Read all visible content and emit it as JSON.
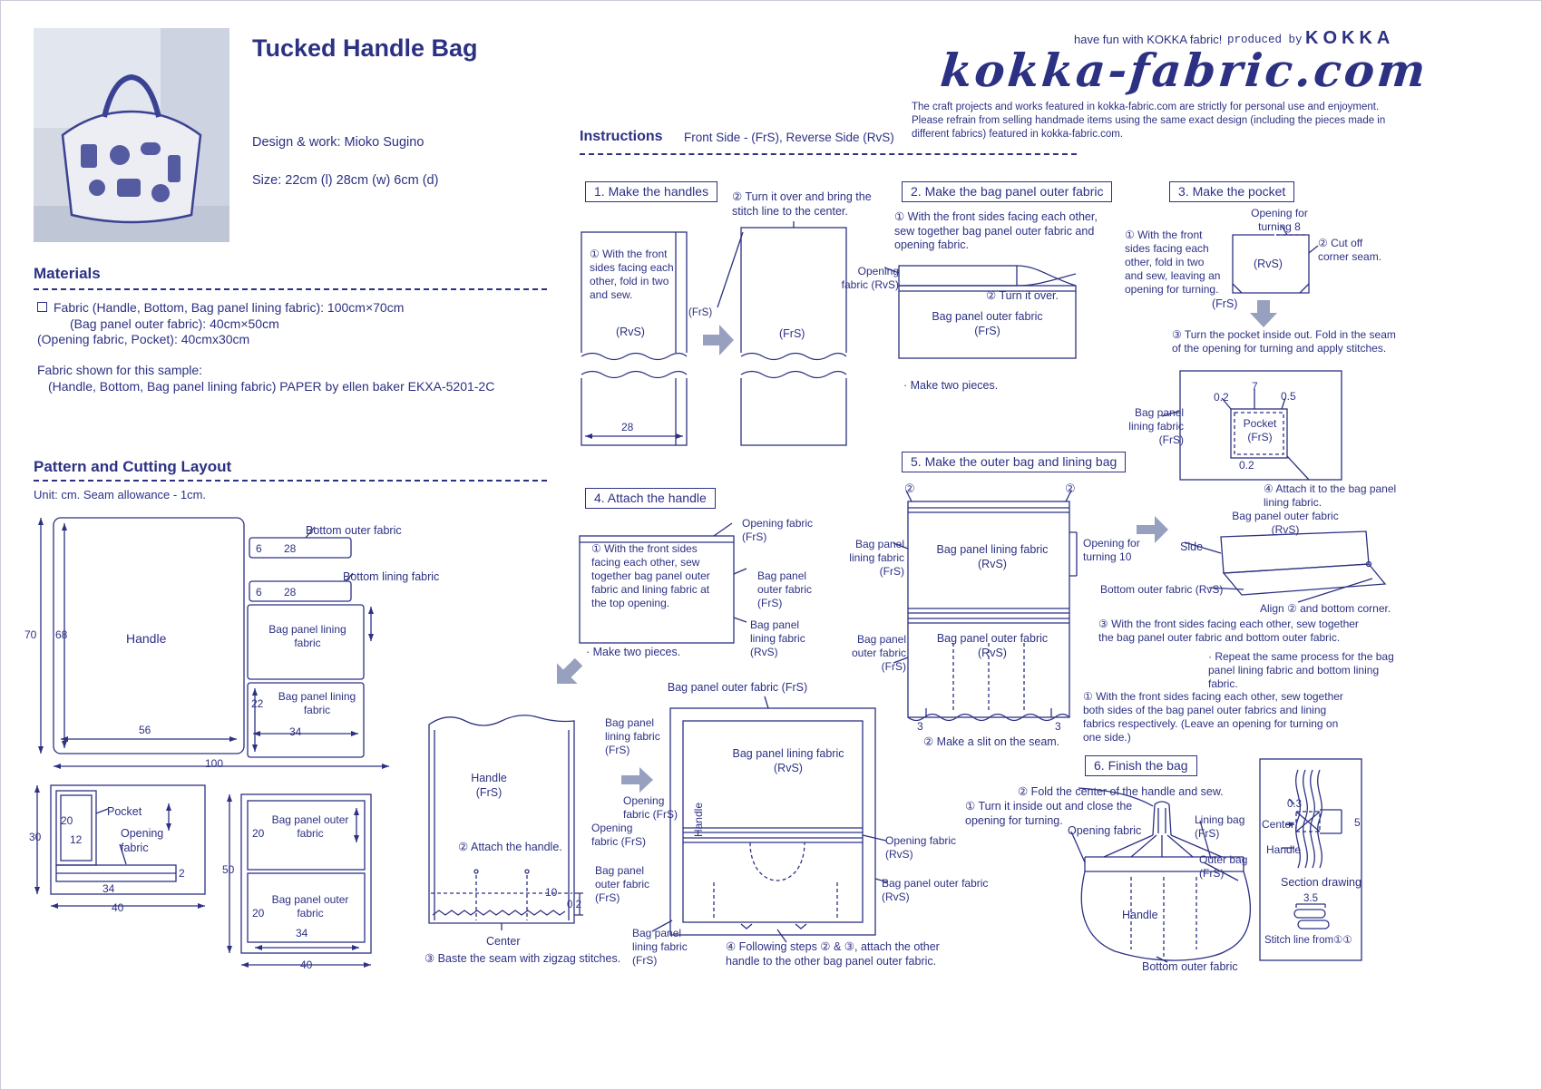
{
  "page": {
    "accent_color": "#2c3183",
    "arrow_color": "#98a0c0"
  },
  "header": {
    "title": "Tucked Handle Bag",
    "design_credit": "Design & work: Mioko Sugino",
    "size": "Size: 22cm (l)  28cm (w)  6cm (d)",
    "tagline": "have fun with KOKKA fabric!",
    "produced_by": "produced by",
    "brand": "KOKKA",
    "logo": "kokka-fabric.com",
    "disclaimer": "The craft projects and works featured in kokka-fabric.com are strictly for personal use and enjoyment. Please refrain from selling handmade items using the same exact design (including the pieces made in different fabrics) featured in kokka-fabric.com."
  },
  "materials": {
    "heading": "Materials",
    "line1": "Fabric (Handle, Bottom, Bag panel lining fabric): 100cm×70cm",
    "line2": "(Bag panel outer fabric): 40cm×50cm",
    "line3": "(Opening fabric, Pocket): 40cmx30cm",
    "sample_intro": "Fabric shown for this sample:",
    "sample_fabric": "(Handle, Bottom, Bag panel lining fabric) PAPER by ellen baker EKXA-5201-2C"
  },
  "cutting": {
    "heading": "Pattern and Cutting Layout",
    "unit_note": "Unit: cm.  Seam allowance - 1cm.",
    "handle": "Handle",
    "bottom_outer": "Bottom outer fabric",
    "bottom_lining": "Bottom lining fabric",
    "bag_panel_lining": "Bag panel lining fabric",
    "bag_panel_outer": "Bag panel outer fabric",
    "pocket": "Pocket",
    "opening_fabric": "Opening fabric",
    "d70": "70",
    "d68": "68",
    "d56": "56",
    "d100": "100",
    "d6": "6",
    "d28": "28",
    "d22": "22",
    "d34": "34",
    "d20": "20",
    "d12": "12",
    "d2": "2",
    "d40": "40",
    "d30": "30",
    "d50": "50"
  },
  "instructions": {
    "heading": "Instructions",
    "legend": "Front Side - (FrS), Reverse Side (RvS)",
    "frs": "(FrS)",
    "rvs": "(RvS)",
    "step1": {
      "title": "1. Make the handles",
      "note1": "① With the front sides facing each other, fold in two and sew.",
      "note2": "② Turn it over and bring the stitch line to the center.",
      "d28": "28"
    },
    "step2": {
      "title": "2. Make the bag panel outer fabric",
      "note1": "① With the front sides facing each other, sew together bag panel outer fabric and opening fabric.",
      "note2": "② Turn it over.",
      "opening_rvs": "Opening fabric (RvS)",
      "panel_frs": "Bag panel outer fabric (FrS)",
      "make_two": "· Make two pieces."
    },
    "step3": {
      "title": "3. Make the pocket",
      "opening_turning": "Opening for turning 8",
      "note1": "① With the front sides facing each other, fold in two and sew, leaving an opening for turning.",
      "note2": "② Cut off corner seam.",
      "note3": "③ Turn the pocket inside out. Fold in the seam of the opening for turning and apply stitches.",
      "note4": "④ Attach it to the bag panel lining fabric.",
      "lining_frs": "Bag panel lining fabric (FrS)",
      "pocket_frs": "Pocket (FrS)",
      "d02": "0.2",
      "d7": "7",
      "d05": "0.5"
    },
    "step4": {
      "title": "4. Attach the handle",
      "note1": "① With the front sides facing each other, sew together bag panel outer fabric and lining fabric at the top opening.",
      "note2": "② Attach the handle.",
      "note3": "③ Baste the seam with zigzag stitches.",
      "note4": "④ Following steps ② & ③, attach the other handle to the other bag panel outer fabric.",
      "make_two": "· Make two pieces.",
      "opening_frs": "Opening fabric (FrS)",
      "opening_rvs": "Opening fabric (RvS)",
      "outer_frs": "Bag panel outer fabric (FrS)",
      "outer_rvs": "Bag panel outer fabric (RvS)",
      "lining_frs": "Bag panel lining fabric (FrS)",
      "lining_rvs": "Bag panel lining fabric (RvS)",
      "handle_frs": "Handle (FrS)",
      "handle": "Handle",
      "center": "Center",
      "d10": "10",
      "d02": "0.2"
    },
    "step5": {
      "title": "5. Make the outer bag and lining bag",
      "c2": "②",
      "note1": "① With the front sides facing each other, sew together both sides of the bag panel outer fabrics and lining fabrics respectively. (Leave an opening for turning on one side.)",
      "note2": "② Make a slit on the seam.",
      "note3": "③ With the front sides facing each other, sew together the bag panel outer fabric and bottom outer fabric.",
      "repeat": "· Repeat the same process for the bag panel lining fabric and bottom lining fabric.",
      "lining_frs": "Bag panel lining fabric (FrS)",
      "lining_rvs": "Bag panel lining fabric (RvS)",
      "outer_frs": "Bag panel outer fabric (FrS)",
      "outer_rvs": "Bag panel outer fabric (RvS)",
      "opening_turning": "Opening for turning 10",
      "side": "Side",
      "bottom_rvs": "Bottom outer fabric (RvS)",
      "align": "Align ② and bottom corner.",
      "d3": "3"
    },
    "step6": {
      "title": "6. Finish the bag",
      "note1": "① Turn it inside out and close the opening for turning.",
      "note2": "② Fold the center of the handle and sew.",
      "opening_fabric": "Opening fabric",
      "lining_bag": "Lining bag (FrS)",
      "outer_bag": "Outer bag (FrS)",
      "handle": "Handle",
      "bottom_outer": "Bottom outer fabric",
      "center": "Center",
      "section_drawing": "Section drawing",
      "stitch_line": "Stitch line from①①",
      "d03": "0.3",
      "d5": "5",
      "d35": "3.5"
    }
  }
}
